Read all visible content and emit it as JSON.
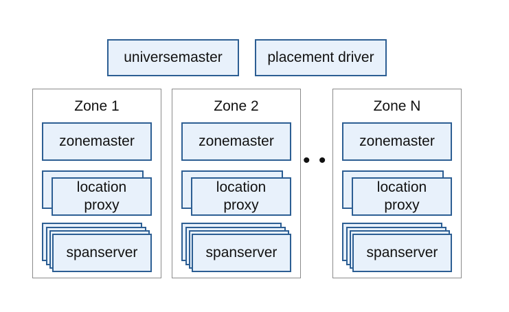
{
  "top": {
    "universemaster": "universemaster",
    "placement_driver": "placement driver"
  },
  "zones": [
    {
      "title": "Zone 1",
      "zonemaster": "zonemaster",
      "location_proxy": "location\nproxy",
      "spanserver": "spanserver"
    },
    {
      "title": "Zone 2",
      "zonemaster": "zonemaster",
      "location_proxy": "location\nproxy",
      "spanserver": "spanserver"
    },
    {
      "title": "Zone N",
      "zonemaster": "zonemaster",
      "location_proxy": "location\nproxy",
      "spanserver": "spanserver"
    }
  ],
  "ellipsis": "• • •"
}
